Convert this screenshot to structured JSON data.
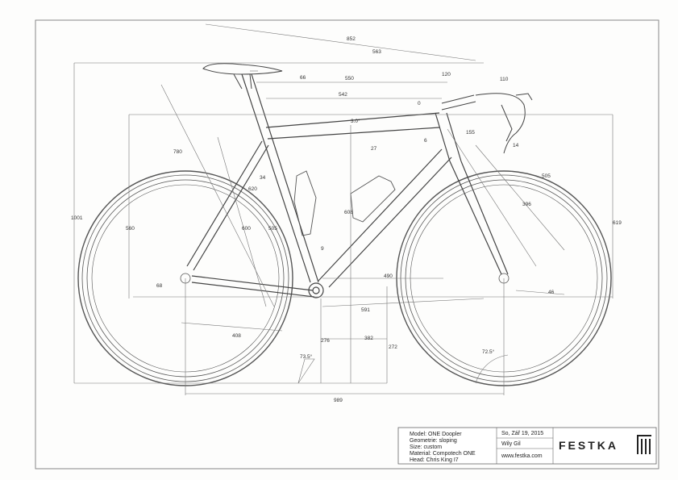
{
  "dimensions": {
    "d852": "852",
    "d563": "563",
    "d66": "66",
    "d550": "550",
    "d120": "120",
    "d110": "110",
    "d542": "542",
    "d0": "0",
    "d3deg": "3.0°",
    "d6": "6",
    "d155": "155",
    "d1001": "1001",
    "d560": "560",
    "d780": "780",
    "d600": "600",
    "d505": "505",
    "d34": "34",
    "d27": "27",
    "d14": "14",
    "d608": "608",
    "d505b": "505",
    "d396": "396",
    "d620": "620",
    "d619": "619",
    "d9": "9",
    "d490": "490",
    "d68": "68",
    "d591": "591",
    "d46": "46",
    "d408": "408",
    "d382": "382",
    "d272": "272",
    "d276": "276",
    "d735": "73.5°",
    "d725": "72.5°",
    "d989": "989"
  },
  "title_block": {
    "model": "Model: ONE Doopler",
    "geometry": "Geometrie: sloping",
    "size": "Size: custom",
    "material": "Material: Compotech ONE",
    "headset": "Head: Chris King I7",
    "date": "So, Zář 19, 2015",
    "author": "Wily Gil",
    "website": "www.festka.com",
    "brand": "FESTKA"
  }
}
